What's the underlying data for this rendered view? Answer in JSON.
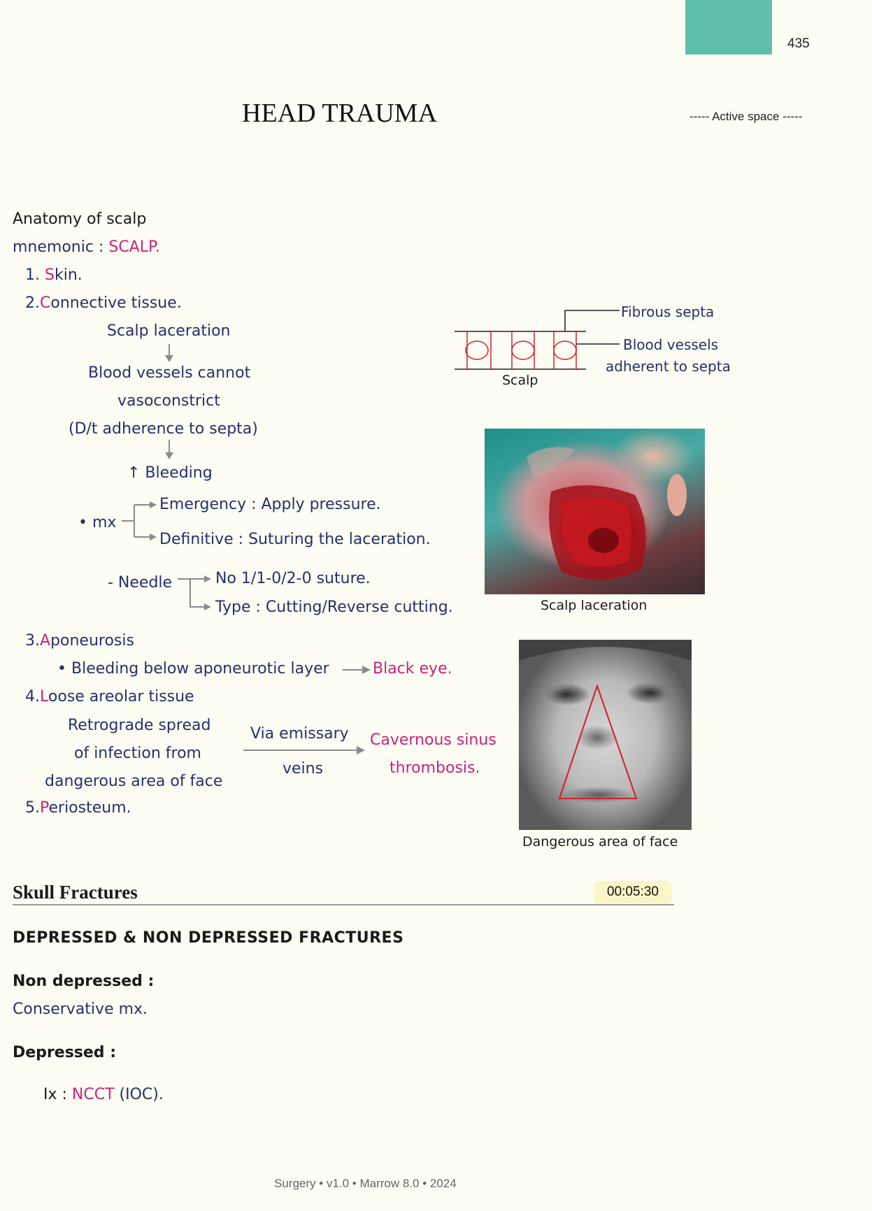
{
  "page": {
    "number": "435",
    "title": "HEAD TRAUMA",
    "active_space": "----- Active space -----",
    "footer": "Surgery • v1.0 • Marrow 8.0 • 2024"
  },
  "anatomy": {
    "heading": "Anatomy of scalp",
    "mnemonic_label": "mnemonic :",
    "mnemonic_value": "SCALP.",
    "items": [
      {
        "num": "1.",
        "first": "S",
        "rest": "kin."
      },
      {
        "num": "2.",
        "first": "C",
        "rest": "onnective tissue."
      },
      {
        "num": "3.",
        "first": "A",
        "rest": "poneurosis"
      },
      {
        "num": "4.",
        "first": "L",
        "rest": "oose areolar tissue"
      },
      {
        "num": "5.",
        "first": "P",
        "rest": "eriosteum."
      }
    ],
    "flow": {
      "step1": "Scalp laceration",
      "step2a": "Blood vessels cannot",
      "step2b": "vasoconstrict",
      "step2c": "(D/t adherence to septa)",
      "step3": "↑ Bleeding"
    },
    "mx": {
      "label": "mx",
      "emergency": "Emergency : Apply pressure.",
      "definitive": "Definitive : Suturing the laceration."
    },
    "needle": {
      "label": "- Needle",
      "no": "No 1/1-0/2-0 suture.",
      "type": "Type : Cutting/Reverse cutting."
    },
    "aponeurosis_note": "Bleeding below aponeurotic layer",
    "aponeurosis_result": "Black eye.",
    "areolar": {
      "line1": "Retrograde spread",
      "line2": "of infection from",
      "line3": "dangerous area of face",
      "via1": "Via emissary",
      "via2": "veins",
      "result1": "Cavernous sinus",
      "result2": "thrombosis."
    },
    "diagram": {
      "fibrous": "Fibrous septa",
      "vessels1": "Blood vessels",
      "vessels2": "adherent to septa",
      "scalp": "Scalp"
    },
    "captions": {
      "laceration": "Scalp laceration",
      "face": "Dangerous area of face"
    }
  },
  "skull": {
    "heading": "Skull Fractures",
    "timestamp": "00:05:30",
    "subheading": "DEPRESSED & NON DEPRESSED FRACTURES",
    "non_depressed_label": "Non depressed :",
    "non_depressed_value": "Conservative mx.",
    "depressed_label": "Depressed :",
    "ix_label": "Ix :",
    "ix_value": "NCCT",
    "ix_suffix": "(IOC)."
  },
  "colors": {
    "ink_blue": "#26306b",
    "ink_pink": "#c8237a",
    "teal_tab": "#5fbfaa",
    "diagram_red": "#d0202a",
    "arrow_gray": "#8a8a8a"
  }
}
